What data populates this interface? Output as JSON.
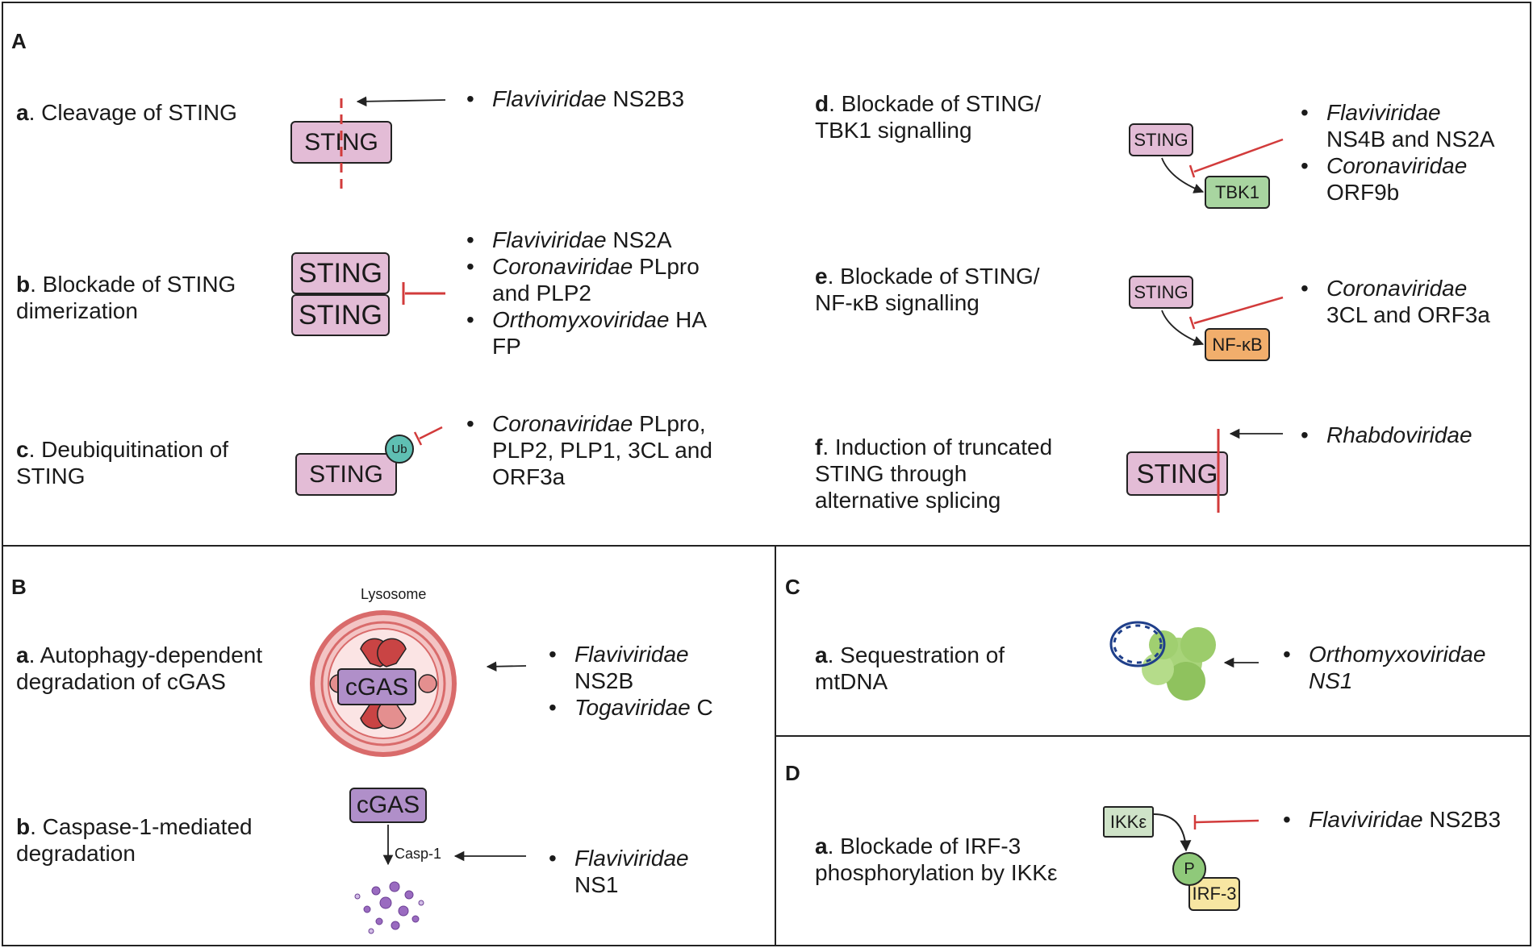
{
  "panels": {
    "A": {
      "label": "A",
      "items": {
        "a": {
          "letter": "a",
          "text_rest": ". Cleavage of STING",
          "box": "STING",
          "viruses": [
            {
              "family": "Flaviviridae",
              "protein": " NS2B3"
            }
          ]
        },
        "b": {
          "letter": "b",
          "text_line1_rest": ". Blockade of STING",
          "text_line2": "dimerization",
          "box": "STING",
          "viruses_line1_family": "Flaviviridae",
          "viruses_line1_rest": " NS2A",
          "viruses_line2_family": "Coronaviridae",
          "viruses_line2_rest": " PLpro",
          "viruses_line2b": "and PLP2",
          "viruses_line3_family": "Orthomyxoviridae",
          "viruses_line3_rest": " HA",
          "viruses_line3b": "FP"
        },
        "c": {
          "letter": "c",
          "text_line1_rest": ". Deubiquitination of",
          "text_line2": "STING",
          "box": "STING",
          "ub": "Ub",
          "viruses_line1_family": "Coronaviridae",
          "viruses_line1_rest": " PLpro,",
          "viruses_line1b": "PLP2, PLP1, 3CL and",
          "viruses_line1c": "ORF3a"
        },
        "d": {
          "letter": "d",
          "text_line1_rest": ". Blockade of STING/",
          "text_line2": "TBK1 signalling",
          "box1": "STING",
          "box2": "TBK1",
          "v1_family": "Flaviviridae",
          "v1_line2": "NS4B and NS2A",
          "v2_family": "Coronaviridae",
          "v2_line2": "ORF9b"
        },
        "e": {
          "letter": "e",
          "text_line1_rest": ". Blockade of STING/",
          "text_line2": "NF-κB signalling",
          "box1": "STING",
          "box2": "NF-κB",
          "v1_family": "Coronaviridae",
          "v1_line2": "3CL and ORF3a"
        },
        "f": {
          "letter": "f",
          "text_line1_rest": ". Induction of truncated",
          "text_line2": "STING through",
          "text_line3": "alternative splicing",
          "box": "STING",
          "v1_family": "Rhabdoviridae"
        }
      }
    },
    "B": {
      "label": "B",
      "lysosome": "Lysosome",
      "a": {
        "letter": "a",
        "text_line1_rest": ". Autophagy-dependent",
        "text_line2": "degradation of cGAS",
        "box": "cGAS",
        "v1_family": "Flaviviridae",
        "v1_line2": "NS2B",
        "v2_family": "Togaviridae",
        "v2_rest": " C"
      },
      "b": {
        "letter": "b",
        "text_line1_rest": ". Caspase-1-mediated",
        "text_line2": "degradation",
        "box": "cGAS",
        "casp": "Casp-1",
        "v1_family": "Flaviviridae",
        "v1_line2": "NS1"
      }
    },
    "C": {
      "label": "C",
      "a": {
        "letter": "a",
        "text_line1_rest": ". Sequestration of",
        "text_line2": "mtDNA",
        "v1_family": "Orthomyxoviridae",
        "v1_line2": "NS1"
      }
    },
    "D": {
      "label": "D",
      "a": {
        "letter": "a",
        "text_line1_rest": ". Blockade of IRF-3",
        "text_line2": "phosphorylation by IKKε",
        "box1": "IKKε",
        "p": "P",
        "box2": "IRF-3",
        "v1_family": "Flaviviridae",
        "v1_rest": " NS2B3"
      }
    }
  },
  "colors": {
    "inhibit": "#d23b3b",
    "sting": "#e3bcd6",
    "cgas": "#b08fc9",
    "tbk1": "#a8d5a0",
    "nfkb": "#f1ae6c",
    "ub": "#5fbfb3",
    "lysosome": "#d96b6b",
    "mito": "#9ccc6b",
    "dna": "#1f3f8a"
  }
}
